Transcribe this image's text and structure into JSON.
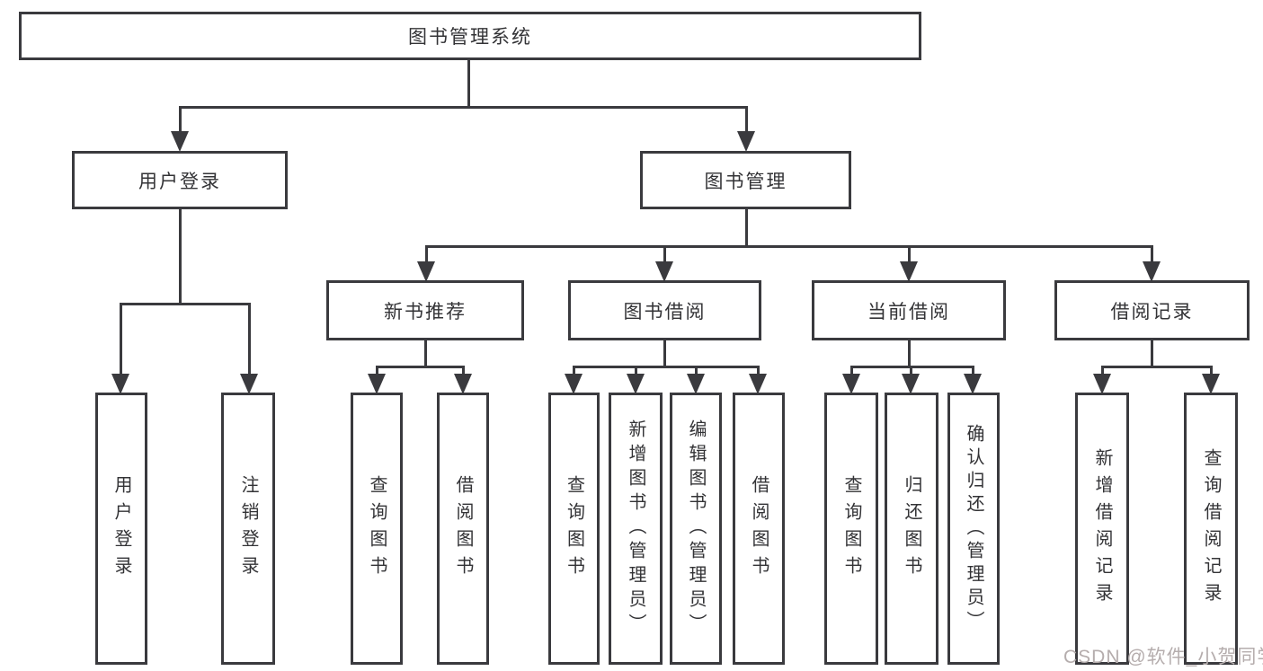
{
  "nodes": {
    "root": {
      "label": "图书管理系统"
    },
    "user_login_branch": {
      "label": "用户登录"
    },
    "book_management": {
      "label": "图书管理"
    },
    "new_book_recommend": {
      "label": "新书推荐"
    },
    "book_borrow": {
      "label": "图书借阅"
    },
    "current_borrow": {
      "label": "当前借阅"
    },
    "borrow_record": {
      "label": "借阅记录"
    },
    "leaf_user_login": {
      "label": "用户登录"
    },
    "leaf_logout": {
      "label": "注销登录"
    },
    "leaf_recommend_query": {
      "label": "查询图书"
    },
    "leaf_recommend_borrow": {
      "label": "借阅图书"
    },
    "leaf_borrow_query": {
      "label": "查询图书"
    },
    "leaf_borrow_add": {
      "label": "新增图书（管理员）"
    },
    "leaf_borrow_edit": {
      "label": "编辑图书（管理员）"
    },
    "leaf_borrow_borrow": {
      "label": "借阅图书"
    },
    "leaf_current_query": {
      "label": "查询图书"
    },
    "leaf_current_return": {
      "label": "归还图书"
    },
    "leaf_current_confirm": {
      "label": "确认归还（管理员）"
    },
    "leaf_record_add": {
      "label": "新增借阅记录"
    },
    "leaf_record_query": {
      "label": "查询借阅记录"
    }
  },
  "watermark": {
    "text": "CSDN @软件_小贺同学"
  },
  "colors": {
    "line": "#3a3a3e",
    "text": "#333336",
    "watermark": "#b5adad",
    "background": "#ffffff"
  }
}
